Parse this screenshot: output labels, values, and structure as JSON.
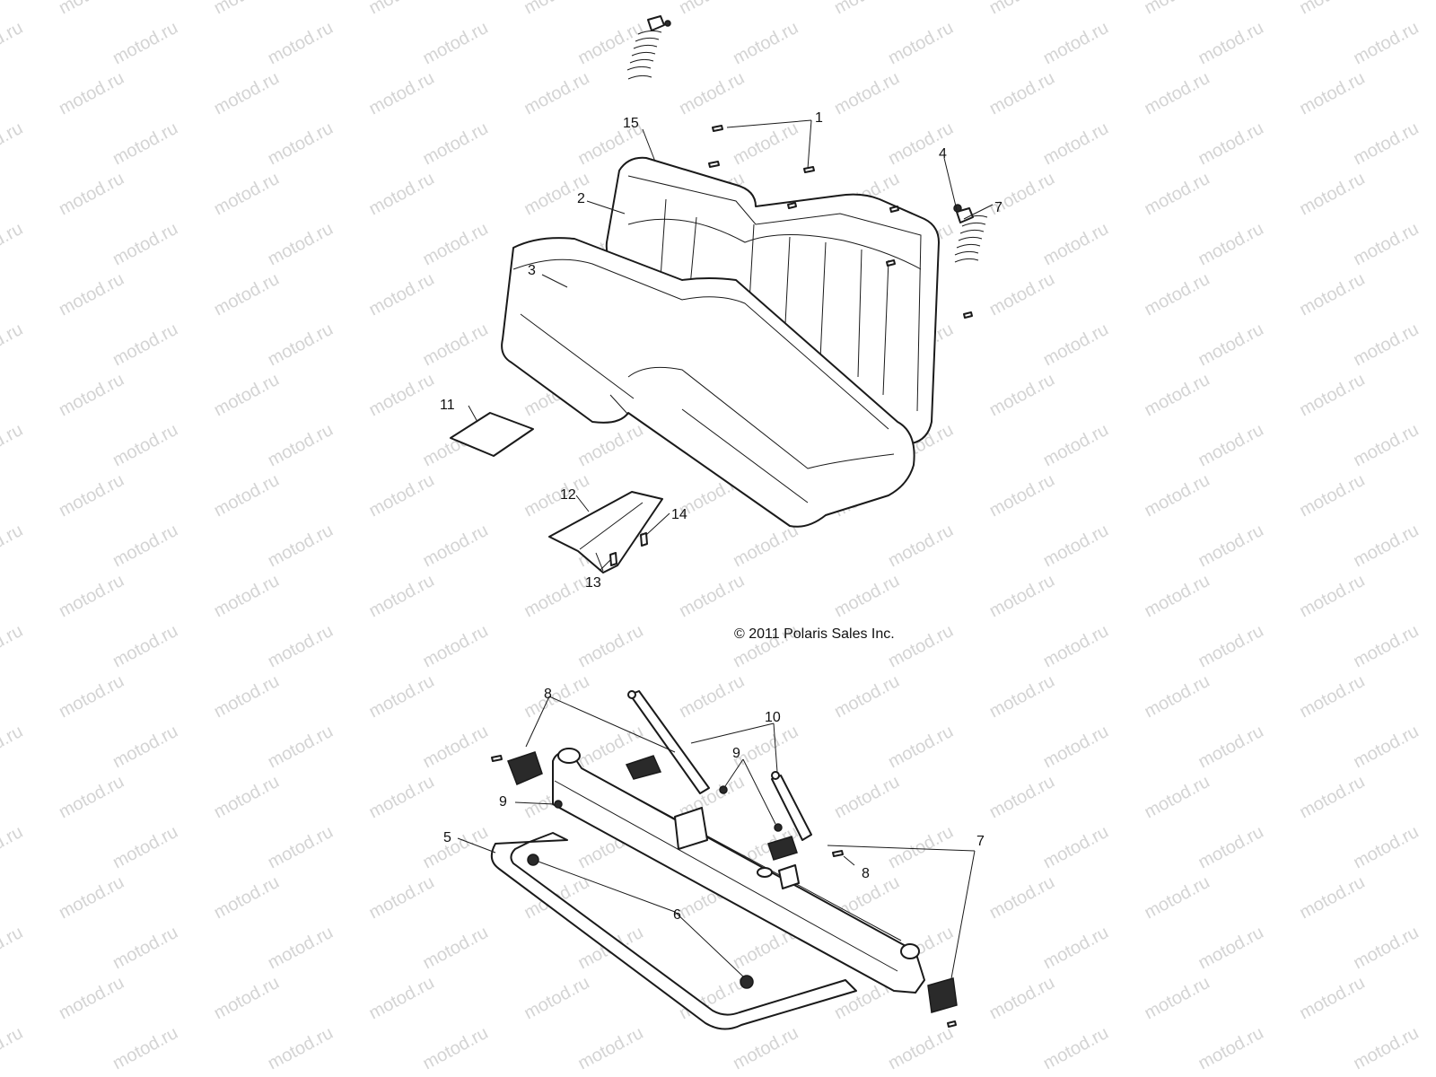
{
  "watermark": {
    "text": "motod.ru",
    "color": "#d4d4d4"
  },
  "copyright": "© 2011 Polaris Sales Inc.",
  "callouts": {
    "c1": "1",
    "c2": "2",
    "c3": "3",
    "c4": "4",
    "c5": "5",
    "c6": "6",
    "c7a": "7",
    "c7b": "7",
    "c8a": "8",
    "c8b": "8",
    "c9a": "9",
    "c9b": "9",
    "c10": "10",
    "c11": "11",
    "c12": "12",
    "c13": "13",
    "c14": "14",
    "c15": "15"
  }
}
